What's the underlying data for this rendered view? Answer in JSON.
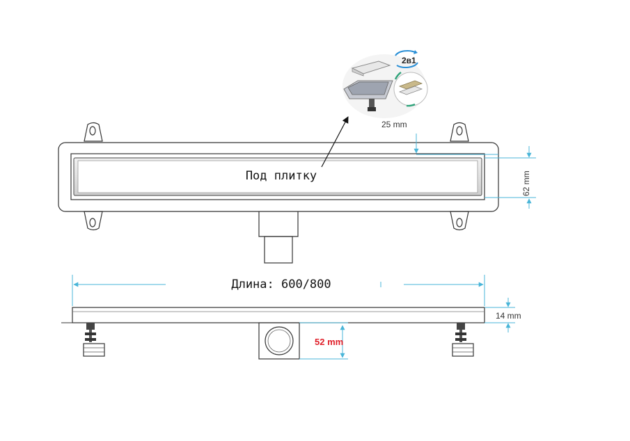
{
  "labels": {
    "under_tile": "Под плитку",
    "length": "Длина: 600/800",
    "dim_25": "25 mm",
    "dim_62": "62 mm",
    "dim_14": "14 mm",
    "dim_52": "52 mm",
    "badge": "2в1"
  },
  "colors": {
    "dimension_line": "#49b5d8",
    "accent_red": "#e0202a",
    "outline": "#333333",
    "badge_arrow": "#2a8fd6",
    "badge_arrow_green": "#2fa37a"
  }
}
